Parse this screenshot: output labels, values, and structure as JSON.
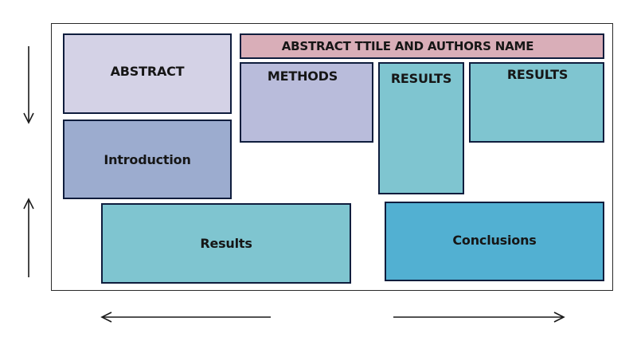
{
  "title_bar": {
    "label": "ABSTRACT TTILE AND AUTHORS NAME",
    "color": "#d9aeb8"
  },
  "sections": {
    "abstract": {
      "label": "ABSTRACT",
      "color": "#d4d2e6"
    },
    "introduction": {
      "label": "Introduction",
      "color": "#9caccf"
    },
    "methods": {
      "label": "METHODS",
      "color": "#b9bcdb"
    },
    "results_middle": {
      "label": "RESULTS",
      "color": "#7fc5d0"
    },
    "results_right": {
      "label": "RESULTS",
      "color": "#7fc5d0"
    },
    "results_bottom": {
      "label": "Results",
      "color": "#7fc5d0"
    },
    "conclusions": {
      "label": "Conclusions",
      "color": "#52b0d2"
    }
  },
  "arrows": [
    {
      "name": "down-arrow",
      "direction": "down"
    },
    {
      "name": "up-arrow",
      "direction": "up"
    },
    {
      "name": "left-arrow",
      "direction": "left"
    },
    {
      "name": "right-arrow",
      "direction": "right"
    }
  ],
  "border_color": "#0f1d3d"
}
